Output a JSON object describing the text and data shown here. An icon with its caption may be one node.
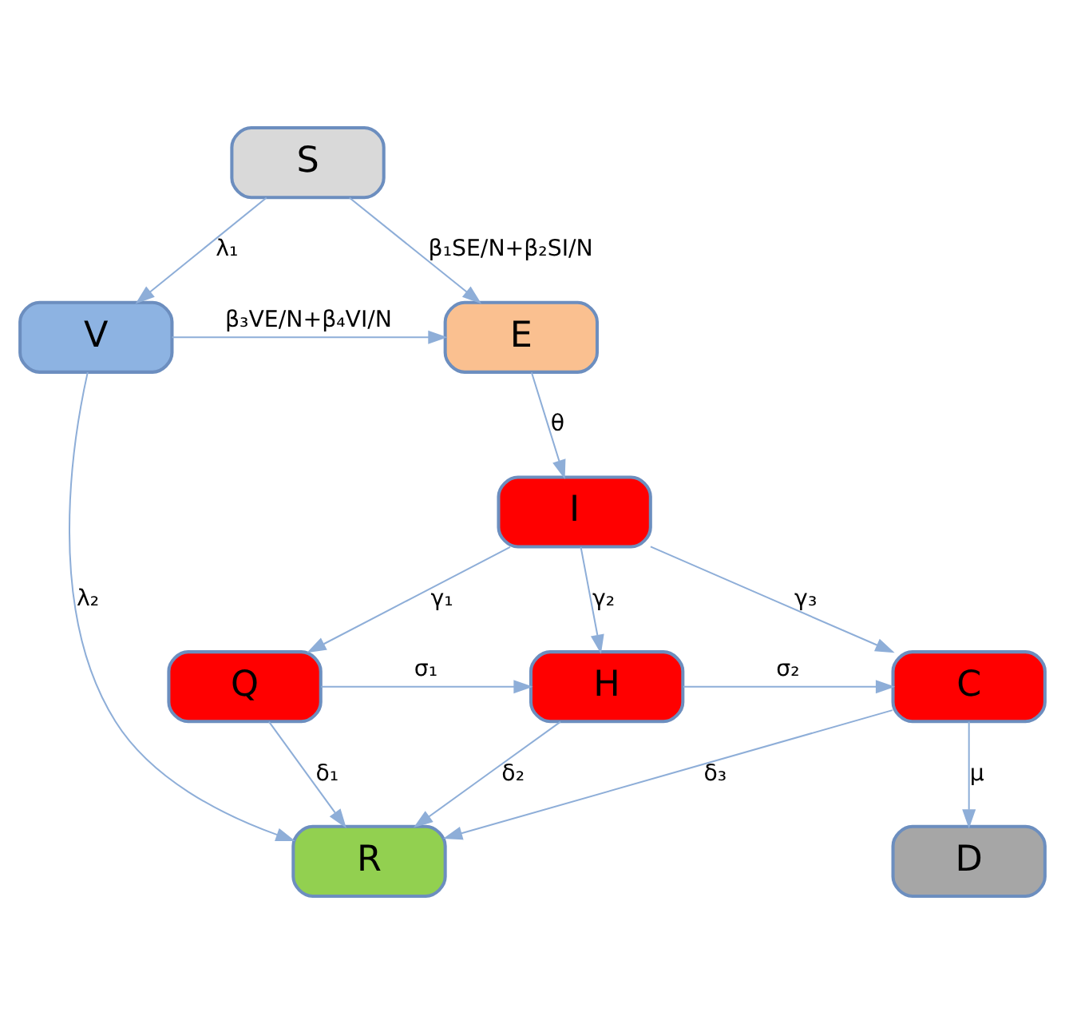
{
  "diagram": {
    "nodes": [
      {
        "text": [
          "S"
        ]
      },
      {
        "text": [
          "V"
        ]
      },
      {
        "text": [
          "E"
        ]
      },
      {
        "text": [
          "I"
        ]
      },
      {
        "text": [
          "Q"
        ]
      },
      {
        "text": [
          "H"
        ]
      },
      {
        "text": [
          "C"
        ]
      },
      {
        "text": [
          "R"
        ]
      },
      {
        "text": [
          "D"
        ]
      }
    ],
    "edges": [
      {
        "from": 0,
        "to": 1,
        "arrow": "to",
        "label": "λ₁"
      },
      {
        "from": 0,
        "to": 2,
        "arrow": "to",
        "label": "β₁SE/N+β₂SI/N"
      },
      {
        "from": 1,
        "to": 2,
        "arrow": "to",
        "label": "β₃VE/N+β₄VI/N"
      },
      {
        "from": 2,
        "to": 3,
        "arrow": "to",
        "label": "θ"
      },
      {
        "from": 3,
        "to": 4,
        "arrow": "to",
        "label": "γ₁"
      },
      {
        "from": 3,
        "to": 5,
        "arrow": "to",
        "label": "γ₂"
      },
      {
        "from": 3,
        "to": 6,
        "arrow": "to",
        "label": "γ₃"
      },
      {
        "from": 4,
        "to": 5,
        "arrow": "to",
        "label": "σ₁"
      },
      {
        "from": 5,
        "to": 6,
        "arrow": "to",
        "label": "σ₂"
      },
      {
        "from": 4,
        "to": 7,
        "arrow": "to",
        "label": "δ₁"
      },
      {
        "from": 5,
        "to": 7,
        "arrow": "to",
        "label": "δ₂"
      },
      {
        "from": 6,
        "to": 7,
        "arrow": "to",
        "label": "δ₃"
      },
      {
        "from": 6,
        "to": 8,
        "arrow": "to",
        "label": "μ"
      },
      {
        "from": 1,
        "to": 7,
        "arrow": "to",
        "label": "λ₂"
      }
    ]
  }
}
